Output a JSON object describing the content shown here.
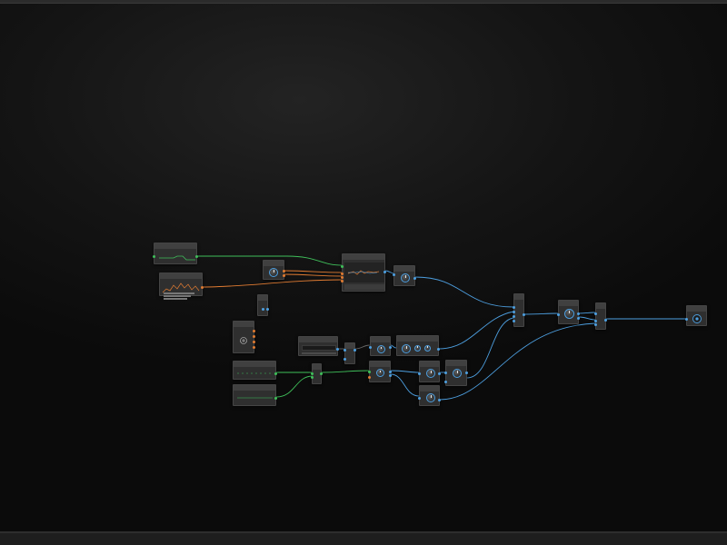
{
  "app": {
    "title": "",
    "theme": {
      "background": "#121212",
      "node": "#2f2f2f",
      "header": "#404040",
      "wire_blue": "#4d9fe0",
      "wire_green": "#3fbf5a",
      "wire_orange": "#e07b32",
      "wire_dark": "#555555"
    }
  },
  "nodes": [
    {
      "id": "n1",
      "title": ""
    },
    {
      "id": "n2",
      "title": ""
    },
    {
      "id": "n3",
      "title": ""
    },
    {
      "id": "n4",
      "title": ""
    },
    {
      "id": "n5",
      "title": ""
    },
    {
      "id": "n6",
      "title": ""
    },
    {
      "id": "n7",
      "title": ""
    },
    {
      "id": "n8",
      "title": ""
    },
    {
      "id": "n9",
      "title": ""
    },
    {
      "id": "n10",
      "title": ""
    },
    {
      "id": "n11",
      "title": ""
    },
    {
      "id": "n12",
      "title": ""
    },
    {
      "id": "n13",
      "title": ""
    },
    {
      "id": "n14",
      "title": ""
    },
    {
      "id": "n15",
      "title": ""
    },
    {
      "id": "n16",
      "title": ""
    },
    {
      "id": "n17",
      "title": ""
    },
    {
      "id": "n18",
      "title": ""
    },
    {
      "id": "n19",
      "title": ""
    },
    {
      "id": "n20",
      "title": ""
    },
    {
      "id": "n21",
      "title": ""
    },
    {
      "id": "n22",
      "title": ""
    },
    {
      "id": "n23",
      "title": ""
    },
    {
      "id": "n24",
      "title": ""
    }
  ],
  "icons": {
    "knob": "rotary-knob-icon",
    "output": "speaker-output-icon",
    "add": "add-circle-icon"
  }
}
